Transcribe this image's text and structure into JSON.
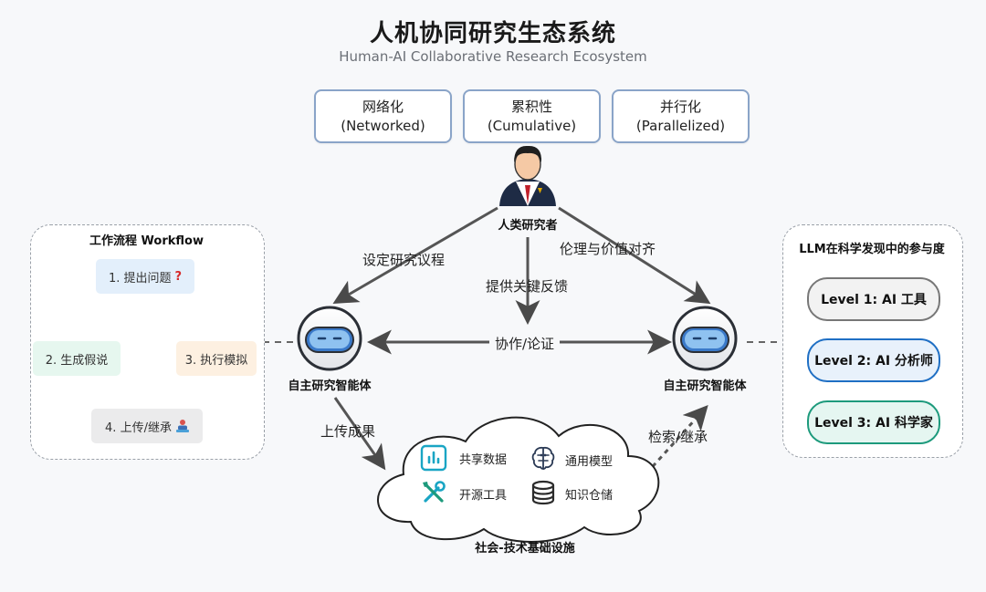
{
  "title": "人机协同研究生态系统",
  "subtitle": "Human-AI Collaborative Research Ecosystem",
  "properties": [
    {
      "zh": "网络化",
      "en": "(Networked)"
    },
    {
      "zh": "累积性",
      "en": "(Cumulative)"
    },
    {
      "zh": "并行化",
      "en": "(Parallelized)"
    }
  ],
  "human": {
    "label": "人类研究者"
  },
  "edges": {
    "set_agenda": "设定研究议程",
    "feedback": "提供关键反馈",
    "ethics": "伦理与价值对齐",
    "collab": "协作/论证",
    "upload": "上传成果",
    "retrieve": "检索/继承"
  },
  "agents": {
    "left_label": "自主研究智能体",
    "right_label": "自主研究智能体"
  },
  "workflow": {
    "title": "工作流程 Workflow",
    "steps": [
      "1. 提出问题",
      "2. 生成假说",
      "3. 执行模拟",
      "4. 上传/继承"
    ],
    "step1_icon": "question-mark-icon",
    "step4_icon": "uploader-icon"
  },
  "levels": {
    "title": "LLM在科学发现中的参与度",
    "items": [
      {
        "label": "Level 1: AI 工具",
        "color": "#777777",
        "fill": "#f2f2f2"
      },
      {
        "label": "Level 2: AI 分析师",
        "color": "#1f6fc4",
        "fill": "#e8f1fb"
      },
      {
        "label": "Level 3: AI 科学家",
        "color": "#1d9a7c",
        "fill": "#e5f6f1"
      }
    ]
  },
  "infrastructure": {
    "label": "社会-技术基础设施",
    "items": [
      {
        "label": "共享数据",
        "icon": "bar-chart-icon"
      },
      {
        "label": "通用模型",
        "icon": "brain-icon"
      },
      {
        "label": "开源工具",
        "icon": "tools-icon"
      },
      {
        "label": "知识仓储",
        "icon": "database-icon"
      }
    ]
  },
  "colors": {
    "accent": "#19a5c4",
    "arrow": "#555555",
    "frame": "#8aa4c8"
  }
}
